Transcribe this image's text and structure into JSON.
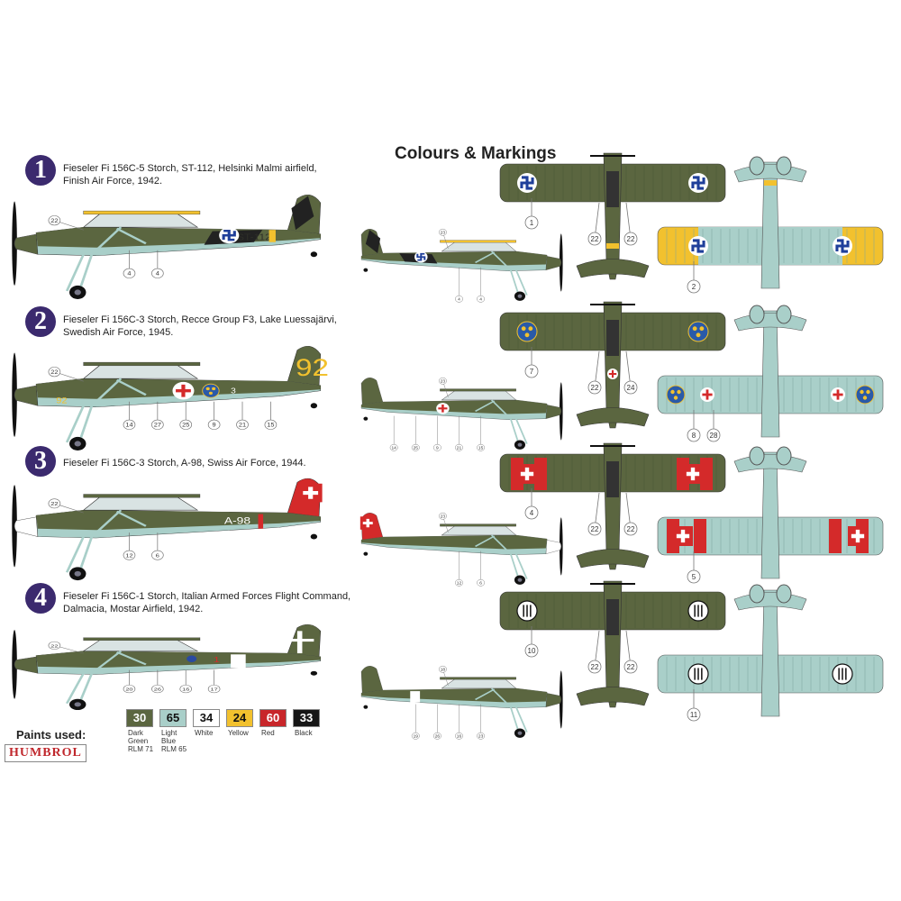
{
  "title": "Colours & Markings",
  "schemes": [
    {
      "number": "1",
      "caption_line1": "Fieseler Fi 156C-5 Storch, ST-112, Helsinki Malmi airfield,",
      "caption_line2": "Finish Air Force, 1942.",
      "marking": "ST-112",
      "callouts": {
        "side": [
          "22",
          "4",
          "4"
        ],
        "small": [
          "23",
          "4",
          "4"
        ],
        "top": [
          "1",
          "22",
          "22"
        ],
        "bottom": [
          "2"
        ]
      }
    },
    {
      "number": "2",
      "caption_line1": "Fieseler Fi 156C-3 Storch, Recce Group F3, Lake Luessajärvi,",
      "caption_line2": "Swedish Air Force, 1945.",
      "marking": "92",
      "marking2": "3",
      "callouts": {
        "side": [
          "22",
          "14",
          "27",
          "25",
          "9",
          "21",
          "15"
        ],
        "small": [
          "23",
          "15",
          "21",
          "9",
          "25",
          "14"
        ],
        "top": [
          "7",
          "22",
          "24"
        ],
        "bottom": [
          "8",
          "28"
        ]
      }
    },
    {
      "number": "3",
      "caption_line1": "Fieseler Fi 156C-3 Storch, A-98, Swiss Air Force, 1944.",
      "caption_line2": "",
      "marking": "A-98",
      "callouts": {
        "side": [
          "22",
          "12",
          "6"
        ],
        "small": [
          "23",
          "6",
          "12"
        ],
        "top": [
          "4",
          "22",
          "22"
        ],
        "bottom": [
          "5"
        ]
      }
    },
    {
      "number": "4",
      "caption_line1": "Fieseler Fi 156C-1 Storch, Italian Armed Forces Flight Command,",
      "caption_line2": "Dalmacia, Mostar Airfield, 1942.",
      "marking": "1",
      "callouts": {
        "side": [
          "22",
          "20",
          "26",
          "16",
          "17"
        ],
        "small": [
          "18",
          "23",
          "16",
          "26",
          "19"
        ],
        "top": [
          "10",
          "22",
          "22"
        ],
        "bottom": [
          "11"
        ]
      }
    }
  ],
  "paints": {
    "label": "Paints used:",
    "brand": "HUMBROL",
    "items": [
      {
        "code": "30",
        "name": "Dark Green RLM 71",
        "color": "#5b6640"
      },
      {
        "code": "65",
        "name": "Light Blue RLM 65",
        "color": "#a9cfc9"
      },
      {
        "code": "34",
        "name": "White",
        "color": "#ffffff"
      },
      {
        "code": "24",
        "name": "Yellow",
        "color": "#f2c12e"
      },
      {
        "code": "60",
        "name": "Red",
        "color": "#c8262a"
      },
      {
        "code": "33",
        "name": "Black",
        "color": "#161616"
      }
    ]
  },
  "colors": {
    "green": "#5b6640",
    "dark": "#2e2f28",
    "blue": "#a9cfc9",
    "yellow": "#f2c12e",
    "red": "#d42a2a",
    "badge": "#3b2a6e"
  }
}
